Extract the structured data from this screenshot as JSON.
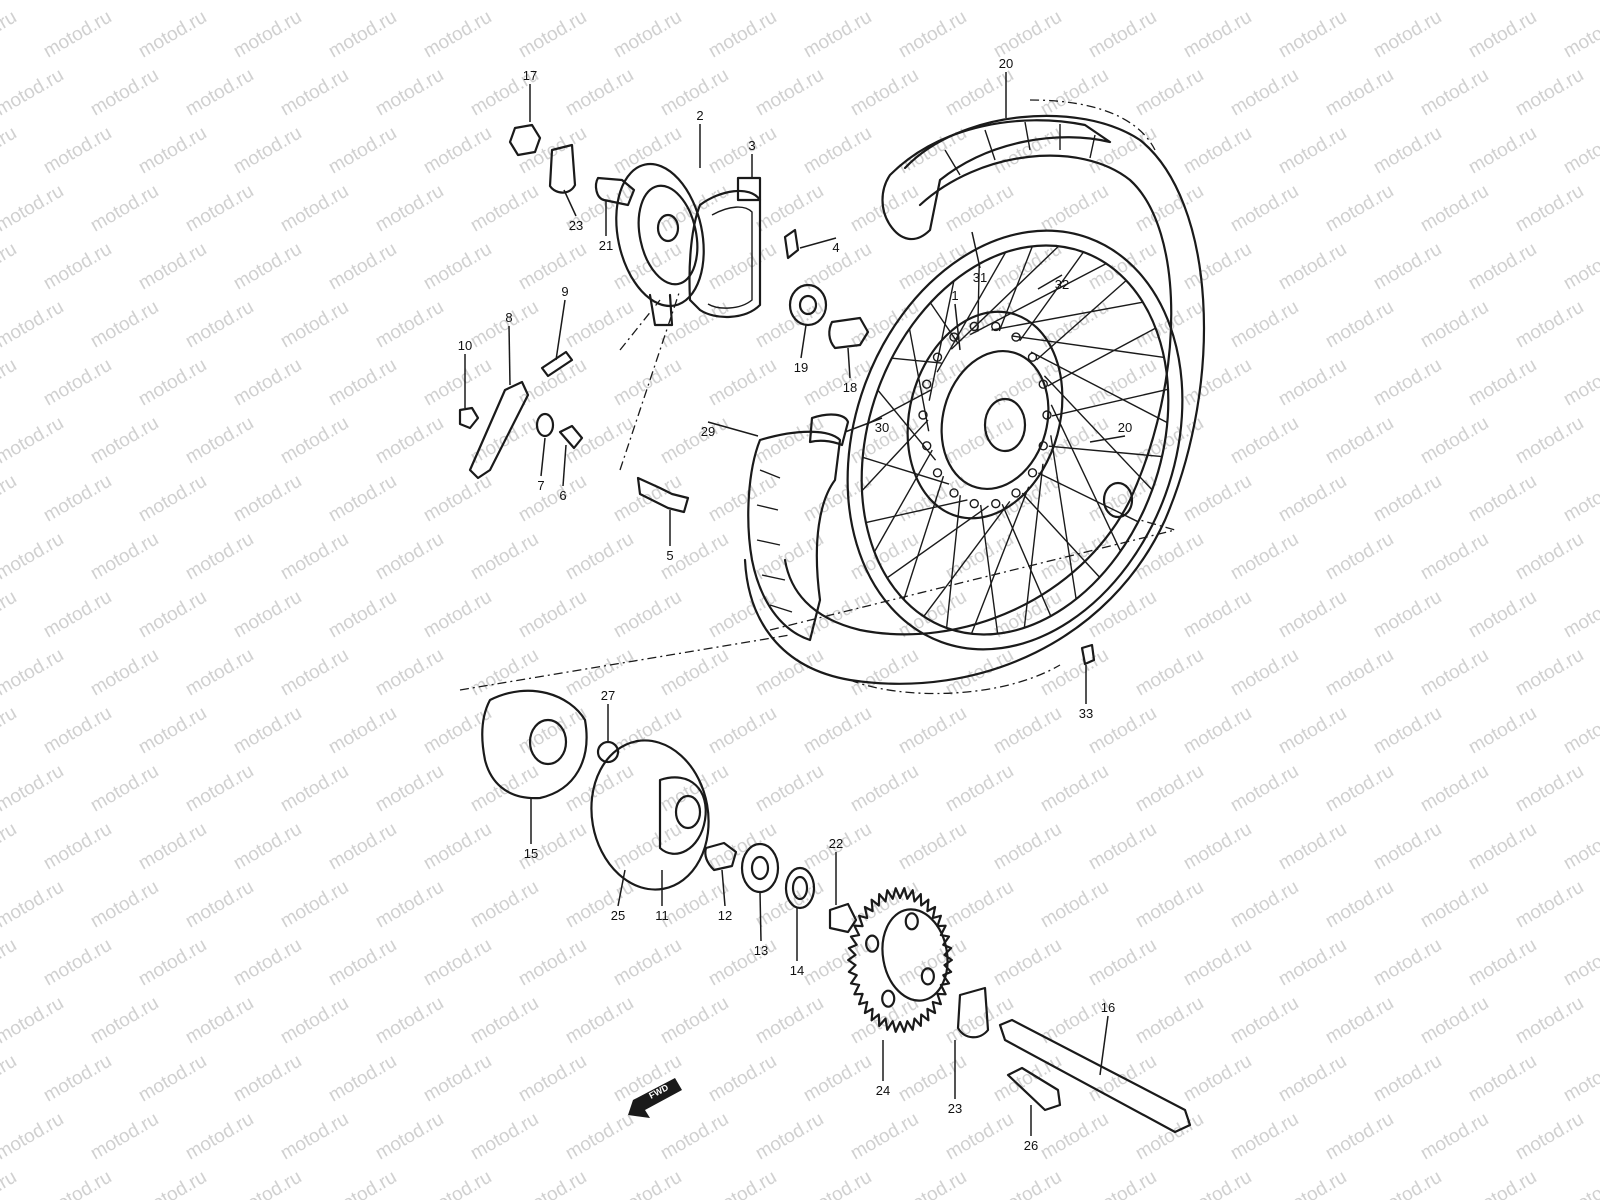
{
  "watermark": "motod.ru",
  "fwd_label": "FWD",
  "callouts": [
    "1",
    "2",
    "3",
    "4",
    "5",
    "6",
    "7",
    "8",
    "9",
    "10",
    "11",
    "12",
    "13",
    "14",
    "15",
    "16",
    "17",
    "18",
    "19",
    "20",
    "20",
    "21",
    "22",
    "23",
    "23",
    "24",
    "25",
    "26",
    "27",
    "29",
    "30",
    "31",
    "32",
    "33"
  ]
}
